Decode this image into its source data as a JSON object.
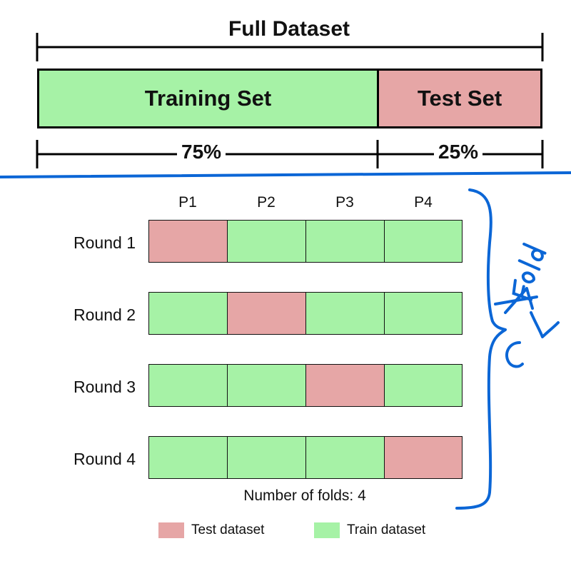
{
  "split": {
    "title": "Full Dataset",
    "training_label": "Training Set",
    "test_label": "Test Set",
    "training_percent": "75%",
    "test_percent": "25%"
  },
  "folds": {
    "columns": [
      "P1",
      "P2",
      "P3",
      "P4"
    ],
    "rounds": [
      {
        "label": "Round 1",
        "cells": [
          "test",
          "train",
          "train",
          "train"
        ]
      },
      {
        "label": "Round 2",
        "cells": [
          "train",
          "test",
          "train",
          "train"
        ]
      },
      {
        "label": "Round 3",
        "cells": [
          "train",
          "train",
          "test",
          "train"
        ]
      },
      {
        "label": "Round 4",
        "cells": [
          "train",
          "train",
          "train",
          "test"
        ]
      }
    ],
    "note": "Number of folds: 4"
  },
  "legend": {
    "test": "Test dataset",
    "train": "Train dataset"
  },
  "handwriting": {
    "annotation": "4 Fold CV"
  },
  "colors": {
    "train": "#a6f2a6",
    "test": "#e6a6a6",
    "ink": "#0b66d6"
  }
}
